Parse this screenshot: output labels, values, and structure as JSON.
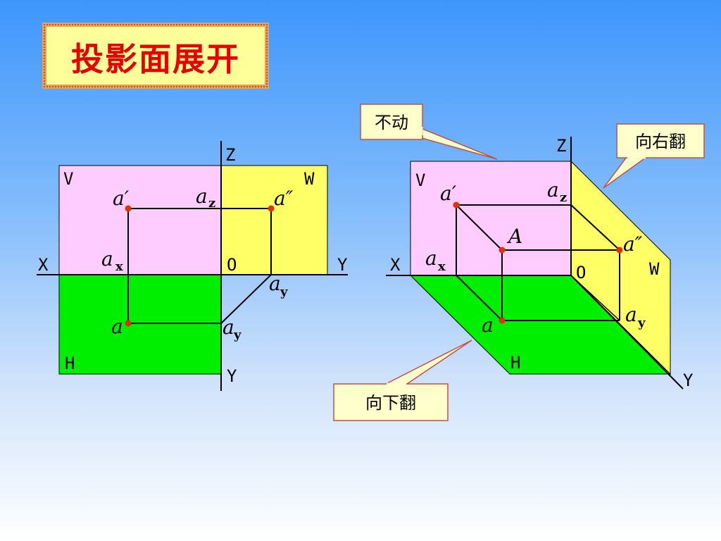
{
  "slide": {
    "title": "投影面展开"
  },
  "left_diagram": {
    "plane_v": "V",
    "plane_w": "W",
    "plane_h": "H",
    "axis_x": "X",
    "axis_y_right": "Y",
    "axis_y_bottom": "Y",
    "axis_z": "Z",
    "origin": "O",
    "point_a_prime": "a′",
    "point_a_double_prime": "a″",
    "point_a": "a",
    "point_az": "a",
    "sub_z": "z",
    "point_ax": "a",
    "sub_x": "x",
    "point_ay_diag": "a",
    "point_ay_bottom": "a",
    "sub_y": "y"
  },
  "right_diagram": {
    "plane_v": "V",
    "plane_w": "W",
    "plane_h": "H",
    "axis_x": "X",
    "axis_y": "Y",
    "axis_z": "Z",
    "origin": "O",
    "point_A": "A",
    "point_a_prime": "a′",
    "point_a_double_prime": "a″",
    "point_a": "a",
    "point_az": "a",
    "sub_z": "z",
    "point_ax": "a",
    "sub_x": "x",
    "point_ay": "a",
    "sub_y": "y"
  },
  "callouts": {
    "fixed": "不动",
    "flip_right": "向右翻",
    "flip_down": "向下翻"
  },
  "colors": {
    "v_plane": "#ffccff",
    "w_plane": "#ffff66",
    "h_plane": "#00ee00",
    "point": "#e62e00",
    "title_text": "#e60000",
    "callout_fill": "#ffffcc"
  }
}
